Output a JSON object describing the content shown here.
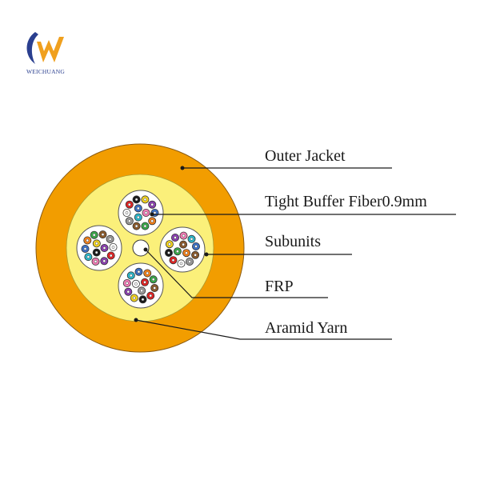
{
  "brand": {
    "name": "WEICHUANG",
    "colors": {
      "blue": "#2a3f8f",
      "orange": "#f0a01e"
    }
  },
  "cable": {
    "colors": {
      "jacket": "#f29d00",
      "jacket_edge": "#8a5a10",
      "aramid": "#fbf07a",
      "subunit_fill": "#ffffff",
      "subunit_edge": "#555555",
      "frp": "#ffffff"
    },
    "fiber_colors": [
      "#3b6fc4",
      "#f07f1a",
      "#3aa84a",
      "#8b5a2b",
      "#9a9a9a",
      "#ffffff",
      "#e02424",
      "#1a1a1a",
      "#f2d21e",
      "#8a3fb0",
      "#f07ab4",
      "#2bb7c9"
    ]
  },
  "labels": {
    "outer_jacket": "Outer Jacket",
    "tight_buffer": "Tight Buffer Fiber0.9mm",
    "subunits": "Subunits",
    "frp": "FRP",
    "aramid_yarn": "Aramid Yarn"
  }
}
